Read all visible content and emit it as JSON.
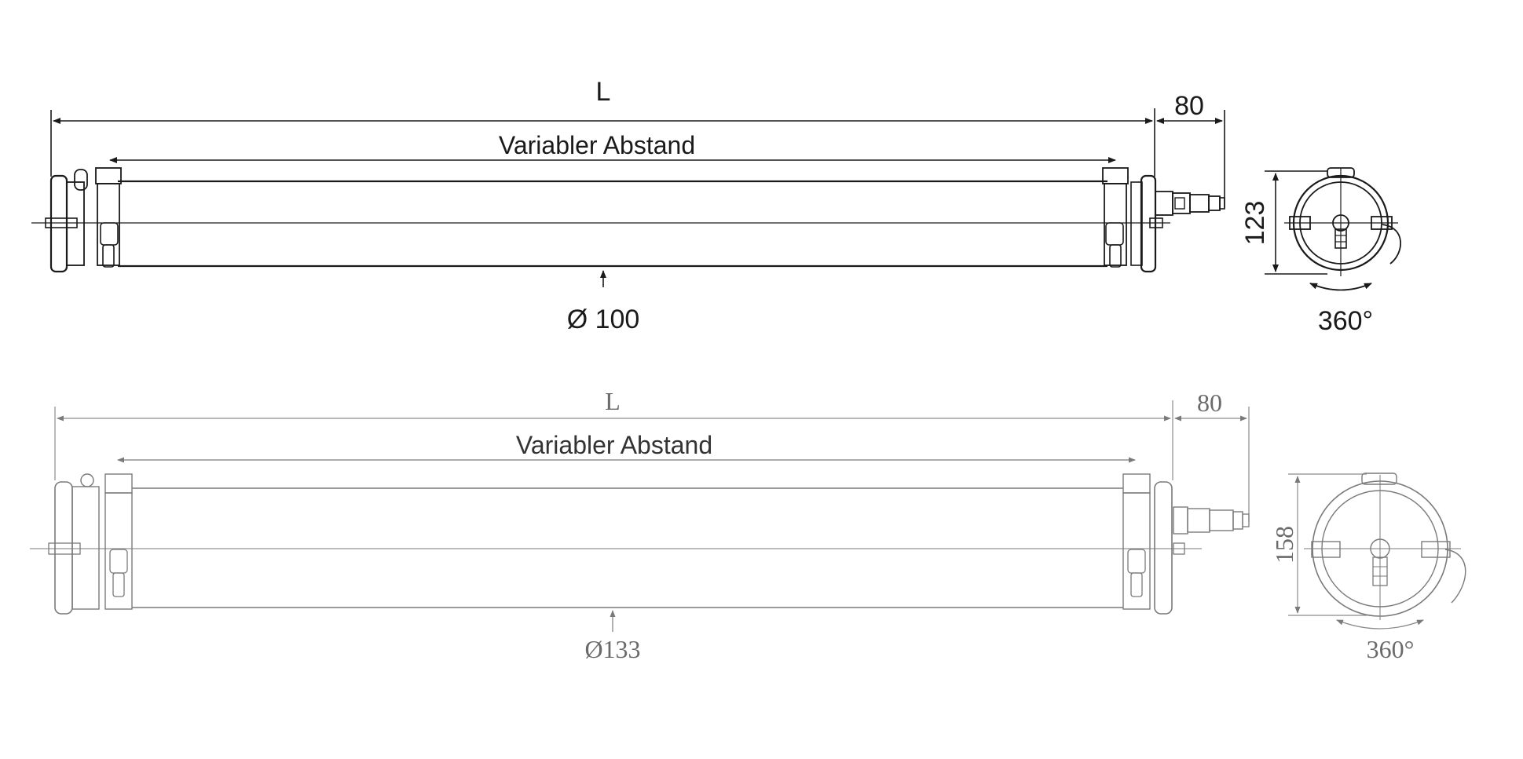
{
  "colors": {
    "top_line": "#1a1a1a",
    "bottom_line": "#7a7a7a",
    "background": "#ffffff"
  },
  "drawing_top": {
    "length_label": "L",
    "connector_dim": "80",
    "spacing_label": "Variabler Abstand",
    "diameter_label": "Ø 100",
    "height_dim": "123",
    "rotation_label": "360°"
  },
  "drawing_bottom": {
    "length_label": "L",
    "connector_dim": "80",
    "spacing_label": "Variabler Abstand",
    "diameter_label": "Ø133",
    "height_dim": "158",
    "rotation_label": "360°"
  }
}
